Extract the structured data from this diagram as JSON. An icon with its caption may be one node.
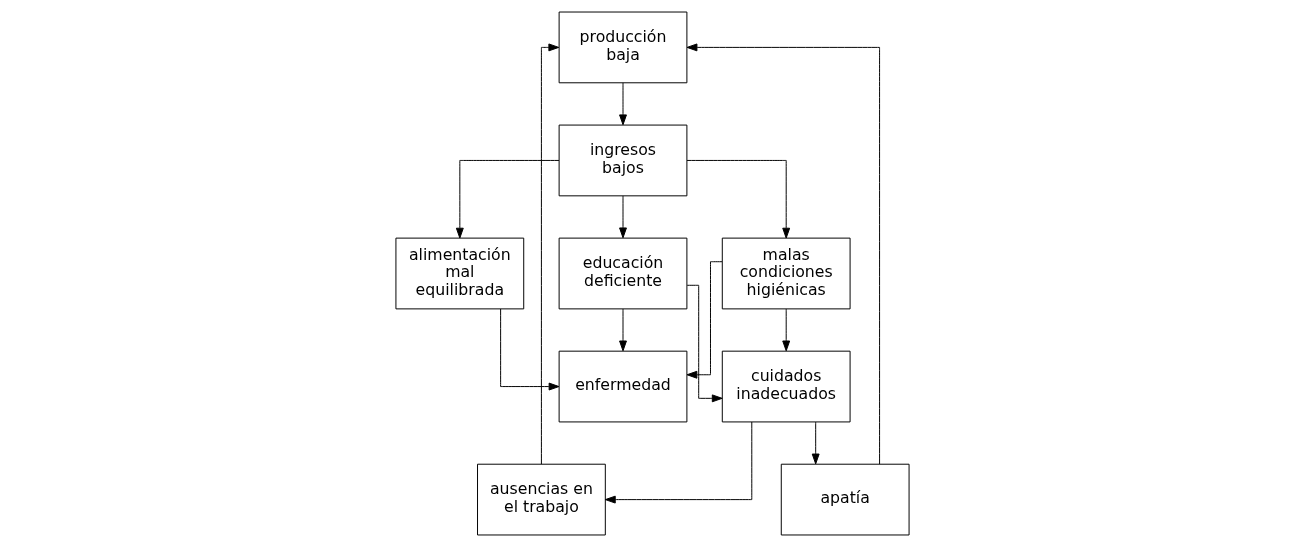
{
  "diagram": {
    "nodes": [
      {
        "text": [
          "producción baja"
        ]
      },
      {
        "text": [
          "ingresos bajos"
        ]
      },
      {
        "text": [
          "ausencias en el trabajo"
        ]
      },
      {
        "text": [
          "apatía"
        ]
      },
      {
        "text": [
          "malas condiciones higiénicas"
        ]
      },
      {
        "text": [
          "alimentación mal equilibrada"
        ]
      },
      {
        "text": [
          "educación deficiente"
        ]
      },
      {
        "text": [
          "cuidados inadecuados"
        ]
      },
      {
        "text": [
          "enfermedad"
        ]
      }
    ],
    "edges": [
      {
        "from": 0,
        "to": 1,
        "arrow": "to"
      },
      {
        "from": 2,
        "to": 0,
        "arrow": "to"
      },
      {
        "from": 3,
        "to": 0,
        "arrow": "to"
      },
      {
        "from": 1,
        "to": 4,
        "arrow": "to"
      },
      {
        "from": 1,
        "to": 5,
        "arrow": "to"
      },
      {
        "from": 1,
        "to": 6,
        "arrow": "to"
      },
      {
        "from": 4,
        "to": 7,
        "arrow": "to"
      },
      {
        "from": 4,
        "to": 8,
        "arrow": "to"
      },
      {
        "from": 5,
        "to": 8,
        "arrow": "to"
      },
      {
        "from": 6,
        "to": 8,
        "arrow": "to"
      },
      {
        "from": 7,
        "to": 2,
        "arrow": "to"
      },
      {
        "from": 7,
        "to": 3,
        "arrow": "to"
      },
      {
        "from": 6,
        "to": 7,
        "arrow": "to"
      }
    ]
  }
}
